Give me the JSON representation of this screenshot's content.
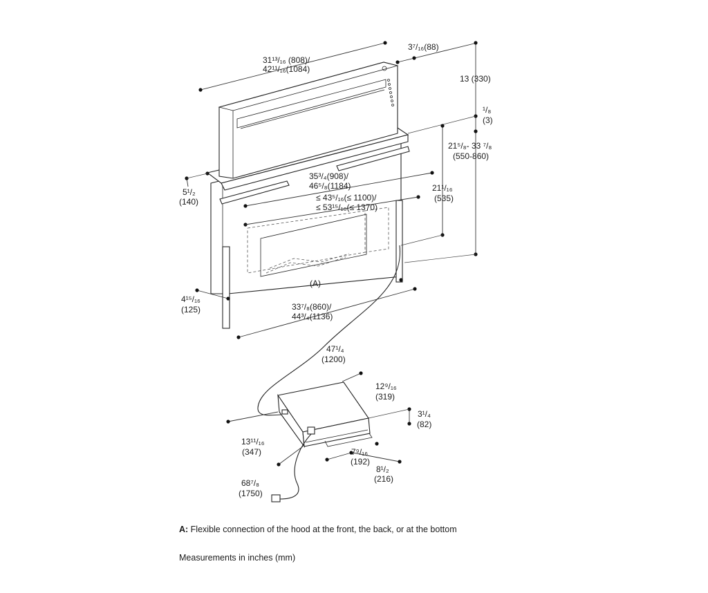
{
  "dimensions": {
    "width_top": "31¹³/₁₆ (808)/",
    "width_top_2": "42¹¹/₁₆(1084)",
    "depth_top": "3⁷/₁₆(88)",
    "height_total": "13 (330)",
    "rim": "¹/₈",
    "rim_mm": "(3)",
    "lift": "21⁵/₈- 33 ⁷/₈",
    "lift_mm": "(550-860)",
    "side_depth": "5¹/₂",
    "side_depth_mm": "(140)",
    "cutout_width": "35³/₄(908)/",
    "cutout_width_2": "46⁵/₈(1184)",
    "cutout_max": "≤ 43⁵/₁₆(≤ 1100)/",
    "cutout_max_2": "≤ 53¹⁵/₁₆(≤ 1370)",
    "body_height": "21¹/₁₆",
    "body_height_mm": "(535)",
    "label_a": "(A)",
    "bracket_depth": "4¹⁵/₁₆",
    "bracket_depth_mm": "(125)",
    "bottom_width": "33⁷/₈(860)/",
    "bottom_width_2": "44³/₄(1136)",
    "cable_length": "47¹/₄",
    "cable_length_mm": "(1200)",
    "motor_width": "12⁹/₁₆",
    "motor_width_mm": "(319)",
    "motor_height": "3¹/₄",
    "motor_height_mm": "(82)",
    "motor_length": "13¹¹/₁₆",
    "motor_length_mm": "(347)",
    "motor_foot": "7⁹/₁₆",
    "motor_foot_mm": "(192)",
    "motor_depth": "8¹/₂",
    "motor_depth_mm": "(216)",
    "power_cord": "68⁷/₈",
    "power_cord_mm": "(1750)"
  },
  "notes": {
    "a_prefix": "A:",
    "a_text": " Flexible connection of the hood at the front, the back, or at the bottom",
    "units": "Measurements in inches (mm)"
  }
}
